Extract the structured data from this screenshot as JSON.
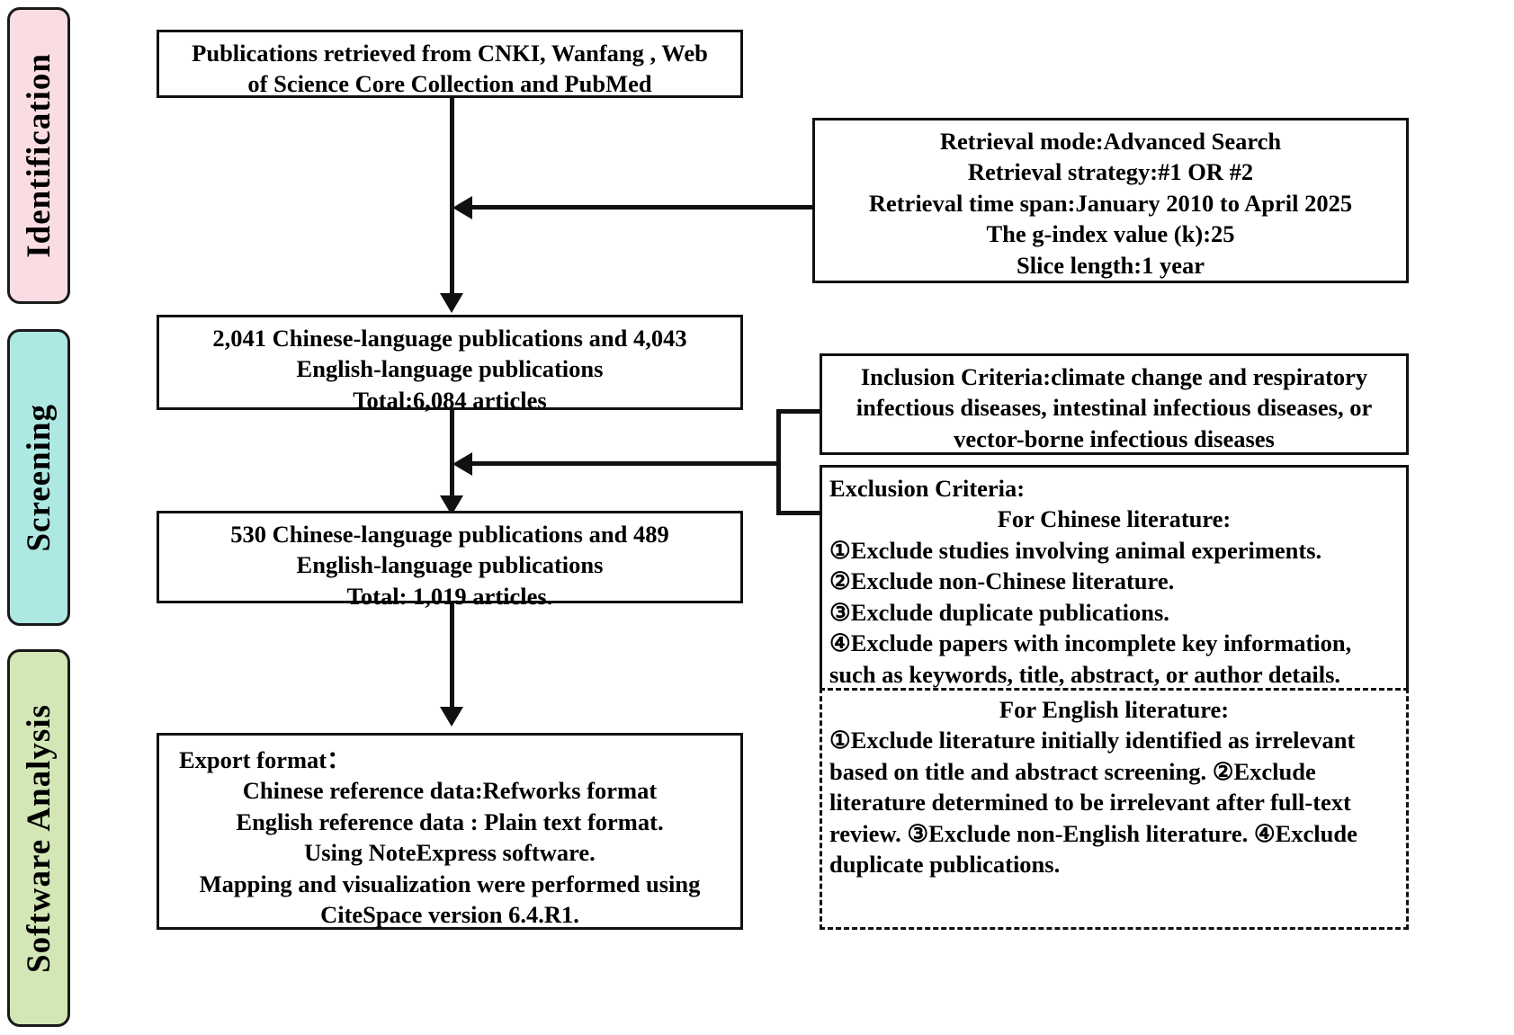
{
  "diagram": {
    "title": "PRISMA literature screening flowchart",
    "colors": {
      "identification_fill": "#f9dde2",
      "screening_fill": "#aee8e3",
      "software_fill": "#d3e6b5",
      "stroke": "#111111",
      "background": "#ffffff"
    }
  },
  "stages": [
    {
      "id": "identification",
      "label": "Identification",
      "fill": "#f9dde2"
    },
    {
      "id": "screening",
      "label": "Screening",
      "fill": "#aee8e3"
    },
    {
      "id": "software",
      "label": "Software Analysis",
      "fill": "#d3e6b5"
    }
  ],
  "boxes": {
    "sources": {
      "name": "publications-retrieved-box",
      "lines": [
        "Publications retrieved from CNKI, Wanfang , Web",
        "of Science Core Collection and PubMed"
      ]
    },
    "retrieval": {
      "name": "retrieval-settings-box",
      "lines": [
        "Retrieval mode:Advanced Search",
        "Retrieval strategy:#1 OR #2",
        "Retrieval time span:January 2010 to April 2025",
        "The g-index value (k):25",
        "Slice length:1 year"
      ]
    },
    "identified_counts": {
      "name": "identified-counts-box",
      "lines": [
        "2,041 Chinese-language publications and 4,043",
        "English-language publications",
        "Total:6,084 articles"
      ]
    },
    "inclusion": {
      "name": "inclusion-criteria-box",
      "lines": [
        "Inclusion Criteria:climate change and respiratory",
        "infectious diseases, intestinal infectious diseases, or",
        "vector-borne infectious diseases"
      ]
    },
    "exclusion": {
      "name": "exclusion-criteria-box",
      "heading": "Exclusion Criteria:",
      "chinese_subheading": "For Chinese literature:",
      "chinese_items": [
        "①Exclude studies involving animal experiments.",
        "②Exclude non-Chinese literature.",
        "③Exclude duplicate publications.",
        "④Exclude papers with incomplete key information,",
        "such as keywords, title, abstract, or author details."
      ],
      "english_subheading": "For English literature:",
      "english_items": [
        "①Exclude literature initially identified as irrelevant",
        "based on title and abstract screening.",
        "②Exclude literature determined to be irrelevant",
        "after full-text review.",
        "③Exclude non-English literature.",
        "④Exclude duplicate publications."
      ]
    },
    "screened_counts": {
      "name": "screened-counts-box",
      "lines": [
        "530 Chinese-language publications and 489",
        "English-language publications",
        "Total: 1,019 articles."
      ]
    },
    "export": {
      "name": "export-format-box",
      "heading": "Export format：",
      "lines": [
        "Chinese reference data:Refworks format",
        "English reference data : Plain text format.",
        "Using NoteExpress software.",
        "Mapping and visualization were performed using",
        "CiteSpace version 6.4.R1."
      ]
    }
  }
}
